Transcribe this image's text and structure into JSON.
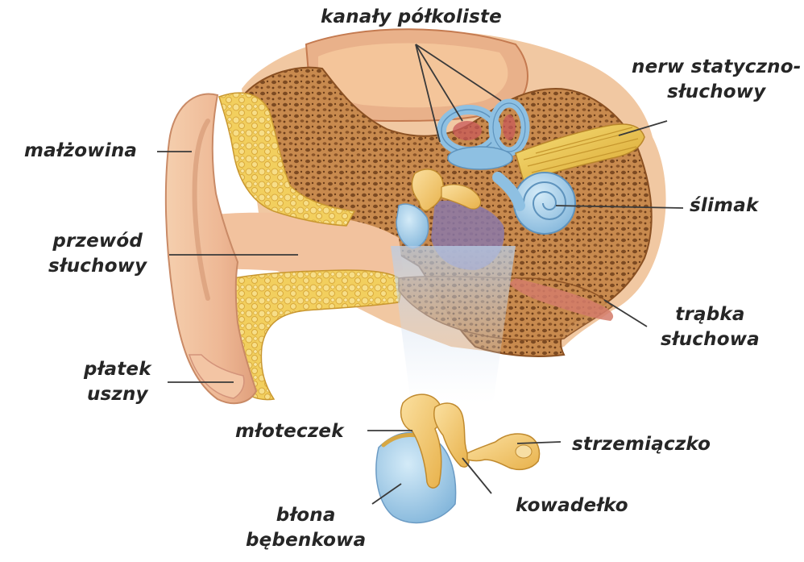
{
  "labels": {
    "canals": "kanały półkoliste",
    "nerve_line1": "nerw statyczno-",
    "nerve_line2": "słuchowy",
    "pinna": "małżowina",
    "canal_line1": "przewód",
    "canal_line2": "słuchowy",
    "cochlea": "ślimak",
    "tube_line1": "trąbka",
    "tube_line2": "słuchowa",
    "lobe_line1": "płatek",
    "lobe_line2": "uszny",
    "malleus": "młoteczek",
    "stapes": "strzemiączko",
    "incus": "kowadełko",
    "drum_line1": "błona",
    "drum_line2": "bębenkowa"
  },
  "colors": {
    "skin": "#f2c6a4",
    "bone_yellow": "#f0cc6a",
    "bone_brown": "#c6864a",
    "cochlea_blue": "#a6cde8",
    "nerve_yellow": "#f3d46a",
    "label_text": "#262626",
    "leader_line": "#3a3a3a"
  }
}
